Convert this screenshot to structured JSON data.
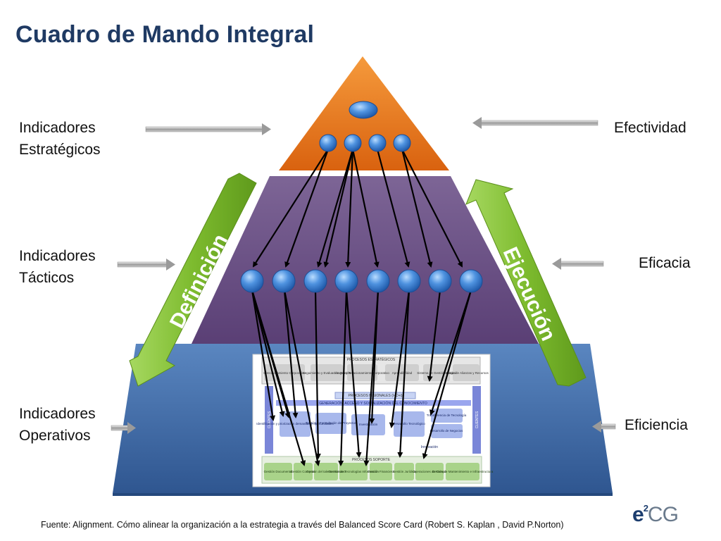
{
  "title": "Cuadro de Mando Integral",
  "left_labels": [
    {
      "line1": "Indicadores",
      "line2": "Estratégicos"
    },
    {
      "line1": "Indicadores",
      "line2": "Tácticos"
    },
    {
      "line1": "Indicadores",
      "line2": "Operativos"
    }
  ],
  "right_labels": [
    "Efectividad",
    "Eficacia",
    "Eficiencia"
  ],
  "arrow_labels": {
    "left": "Definición",
    "right": "Ejecución"
  },
  "process_map": {
    "strategic_header": "PROCESOS ESTRATÉGICOS",
    "strategic_boxes": [
      "Direccionamiento Corporativo",
      "Seguimiento y Evaluación Gestión",
      "Imagen y Relacionamiento Corporativo",
      "Aprendibilidad",
      "Sistema de Gestión Integral",
      "Gestión de Alianzas y Recursos"
    ],
    "misional_header": "PROCESOS MISIONALES (I+D+i)",
    "generacion": "GENERACIÓN, ACCESO Y SOCIALIZACIÓN DEL CONOCIMIENTO",
    "misional_boxes": [
      "Identificación y priorización demandas y oportunidades",
      "Gestión y Formulación de Proyectos",
      "Investigación",
      "Desarrollo Tecnológico",
      "Transferencia de Tecnología",
      "Desarrollo de Negocios"
    ],
    "innovacion": "Innovación",
    "side_left": "CLIENTES",
    "side_right": "CLIENTES",
    "support_header": "PROCESOS SOPORTE",
    "support_boxes": [
      "Gestión Documental",
      "Gestión Compras",
      "Gestión del talento Humano",
      "Gestión de Tecnologías Información",
      "Gestión Financiera",
      "Gestión Jurídica",
      "Operaciones de Campo",
      "Gestión de Mantenimiento e Infraestructura"
    ]
  },
  "footnote": "Fuente: Alignment. Cómo alinear la organización a la estrategia a través del Balanced Score Card (Robert S. Kaplan , David P.Norton)",
  "logo": {
    "e": "e",
    "sup": "2",
    "cg": "CG"
  },
  "colors": {
    "title": "#1f3a63",
    "top_tier": "#e8711e",
    "middle_tier": "#6a4f84",
    "bottom_tier": "#3f6aa6",
    "green_arrow": "#7dbb2e",
    "node": "#3f7fd0"
  }
}
